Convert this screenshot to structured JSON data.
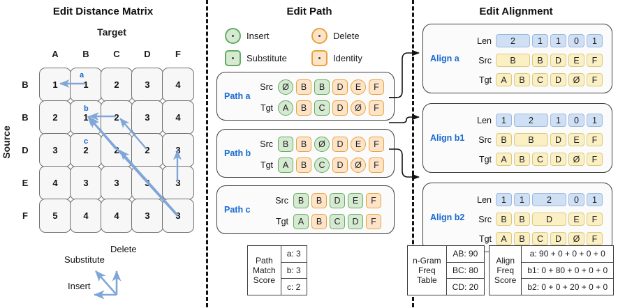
{
  "panels": {
    "left": {
      "title": "Edit Distance Matrix"
    },
    "mid": {
      "title": "Edit Path"
    },
    "right": {
      "title": "Edit Alignment"
    }
  },
  "matrix": {
    "target_label": "Target",
    "source_label": "Source",
    "columns": [
      "A",
      "B",
      "C",
      "D",
      "F"
    ],
    "rows": [
      "B",
      "B",
      "D",
      "E",
      "F"
    ],
    "values": [
      [
        1,
        1,
        2,
        3,
        4
      ],
      [
        2,
        1,
        2,
        3,
        4
      ],
      [
        3,
        2,
        2,
        2,
        3
      ],
      [
        4,
        3,
        3,
        3,
        3
      ],
      [
        5,
        4,
        4,
        3,
        3
      ]
    ],
    "path_labels": [
      "a",
      "b",
      "c"
    ],
    "move_legend": {
      "substitute": "Substitute",
      "delete": "Delete",
      "insert": "Insert"
    }
  },
  "legend": [
    {
      "name": "Insert",
      "shape": "circle",
      "color": "green"
    },
    {
      "name": "Delete",
      "shape": "circle",
      "color": "orange"
    },
    {
      "name": "Substitute",
      "shape": "square",
      "color": "green"
    },
    {
      "name": "Identity",
      "shape": "square",
      "color": "orange"
    }
  ],
  "paths": [
    {
      "name": "Path a",
      "src_label": "Src",
      "tgt_label": "Tgt",
      "src": [
        {
          "t": "Ø",
          "s": "g-ci"
        },
        {
          "t": "B",
          "s": "o-sq"
        },
        {
          "t": "B",
          "s": "g-sq"
        },
        {
          "t": "D",
          "s": "o-sq"
        },
        {
          "t": "E",
          "s": "o-ci"
        },
        {
          "t": "F",
          "s": "o-sq"
        }
      ],
      "tgt": [
        {
          "t": "A",
          "s": "g-ci"
        },
        {
          "t": "B",
          "s": "o-sq"
        },
        {
          "t": "C",
          "s": "g-sq"
        },
        {
          "t": "D",
          "s": "o-sq"
        },
        {
          "t": "Ø",
          "s": "o-ci"
        },
        {
          "t": "F",
          "s": "o-sq"
        }
      ]
    },
    {
      "name": "Path b",
      "src_label": "Src",
      "tgt_label": "Tgt",
      "src": [
        {
          "t": "B",
          "s": "g-sq"
        },
        {
          "t": "B",
          "s": "o-sq"
        },
        {
          "t": "Ø",
          "s": "g-ci"
        },
        {
          "t": "D",
          "s": "o-sq"
        },
        {
          "t": "E",
          "s": "o-ci"
        },
        {
          "t": "F",
          "s": "o-sq"
        }
      ],
      "tgt": [
        {
          "t": "A",
          "s": "g-sq"
        },
        {
          "t": "B",
          "s": "o-sq"
        },
        {
          "t": "C",
          "s": "g-ci"
        },
        {
          "t": "D",
          "s": "o-sq"
        },
        {
          "t": "Ø",
          "s": "o-ci"
        },
        {
          "t": "F",
          "s": "o-sq"
        }
      ]
    },
    {
      "name": "Path c",
      "src_label": "Src",
      "tgt_label": "Tgt",
      "src": [
        {
          "t": "B",
          "s": "g-sq"
        },
        {
          "t": "B",
          "s": "o-sq"
        },
        {
          "t": "D",
          "s": "g-sq"
        },
        {
          "t": "E",
          "s": "g-sq"
        },
        {
          "t": "F",
          "s": "o-sq"
        }
      ],
      "tgt": [
        {
          "t": "A",
          "s": "g-sq"
        },
        {
          "t": "B",
          "s": "o-sq"
        },
        {
          "t": "C",
          "s": "g-sq"
        },
        {
          "t": "D",
          "s": "g-sq"
        },
        {
          "t": "F",
          "s": "o-sq"
        }
      ]
    }
  ],
  "path_match_score": {
    "title_lines": [
      "Path",
      "Match",
      "Score"
    ],
    "rows": [
      "a: 3",
      "b: 3",
      "c: 2"
    ]
  },
  "alignments": [
    {
      "name": "Align a",
      "len_label": "Len",
      "src_label": "Src",
      "tgt_label": "Tgt",
      "len": [
        2,
        1,
        1,
        0,
        1
      ],
      "src": [
        "B",
        "B",
        "D",
        "E",
        "F"
      ],
      "tgt": [
        "A",
        "B",
        "C",
        "D",
        "Ø",
        "F"
      ]
    },
    {
      "name": "Align b1",
      "len_label": "Len",
      "src_label": "Src",
      "tgt_label": "Tgt",
      "len": [
        1,
        2,
        1,
        0,
        1
      ],
      "src": [
        "B",
        "B",
        "D",
        "E",
        "F"
      ],
      "tgt": [
        "A",
        "B",
        "C",
        "D",
        "Ø",
        "F"
      ]
    },
    {
      "name": "Align b2",
      "len_label": "Len",
      "src_label": "Src",
      "tgt_label": "Tgt",
      "len": [
        1,
        1,
        2,
        0,
        1
      ],
      "src": [
        "B",
        "B",
        "D",
        "E",
        "F"
      ],
      "tgt": [
        "A",
        "B",
        "C",
        "D",
        "Ø",
        "F"
      ]
    }
  ],
  "ngram_table": {
    "title_lines": [
      "n-Gram",
      "Freq",
      "Table"
    ],
    "rows": [
      "AB: 90",
      "BC: 80",
      "CD: 20"
    ]
  },
  "align_freq_score": {
    "title_lines": [
      "Align",
      "Freq",
      "Score"
    ],
    "rows": [
      "a: 90 + 0 + 0 + 0 + 0",
      "b1: 0 + 80 + 0 + 0 + 0",
      "b2: 0 + 0 + 20 + 0 + 0"
    ]
  },
  "colors": {
    "accent_blue": "#1769d1",
    "arrow_blue": "#7fa6d8",
    "green_fill": "#d6ead2",
    "green_stroke": "#63ab63",
    "orange_fill": "#fde4c8",
    "orange_stroke": "#e8a33d",
    "len_fill": "#cfe0f5",
    "seq_fill": "#fbf0c4"
  }
}
